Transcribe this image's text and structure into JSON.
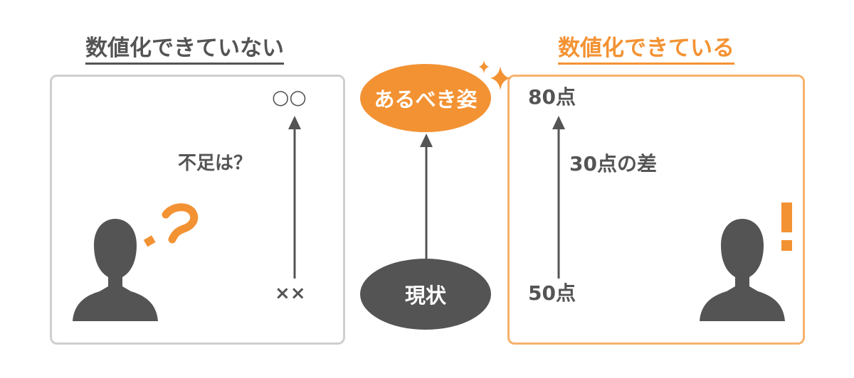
{
  "left": {
    "heading": "数値化できていない",
    "top_label": "○○",
    "question_label": "不足は？",
    "bottom_label": "××",
    "question_mark": "?"
  },
  "center": {
    "goal_label": "あるべき姿",
    "current_label": "現状"
  },
  "right": {
    "heading": "数値化できている",
    "top_label": "80点",
    "gap_label": "30点の差",
    "bottom_label": "50点",
    "exclamation_mark": "!"
  },
  "colors": {
    "accent": "#f39233",
    "dark": "#545454",
    "left_border": "#cfcfcf",
    "right_border": "#f7b26a"
  }
}
